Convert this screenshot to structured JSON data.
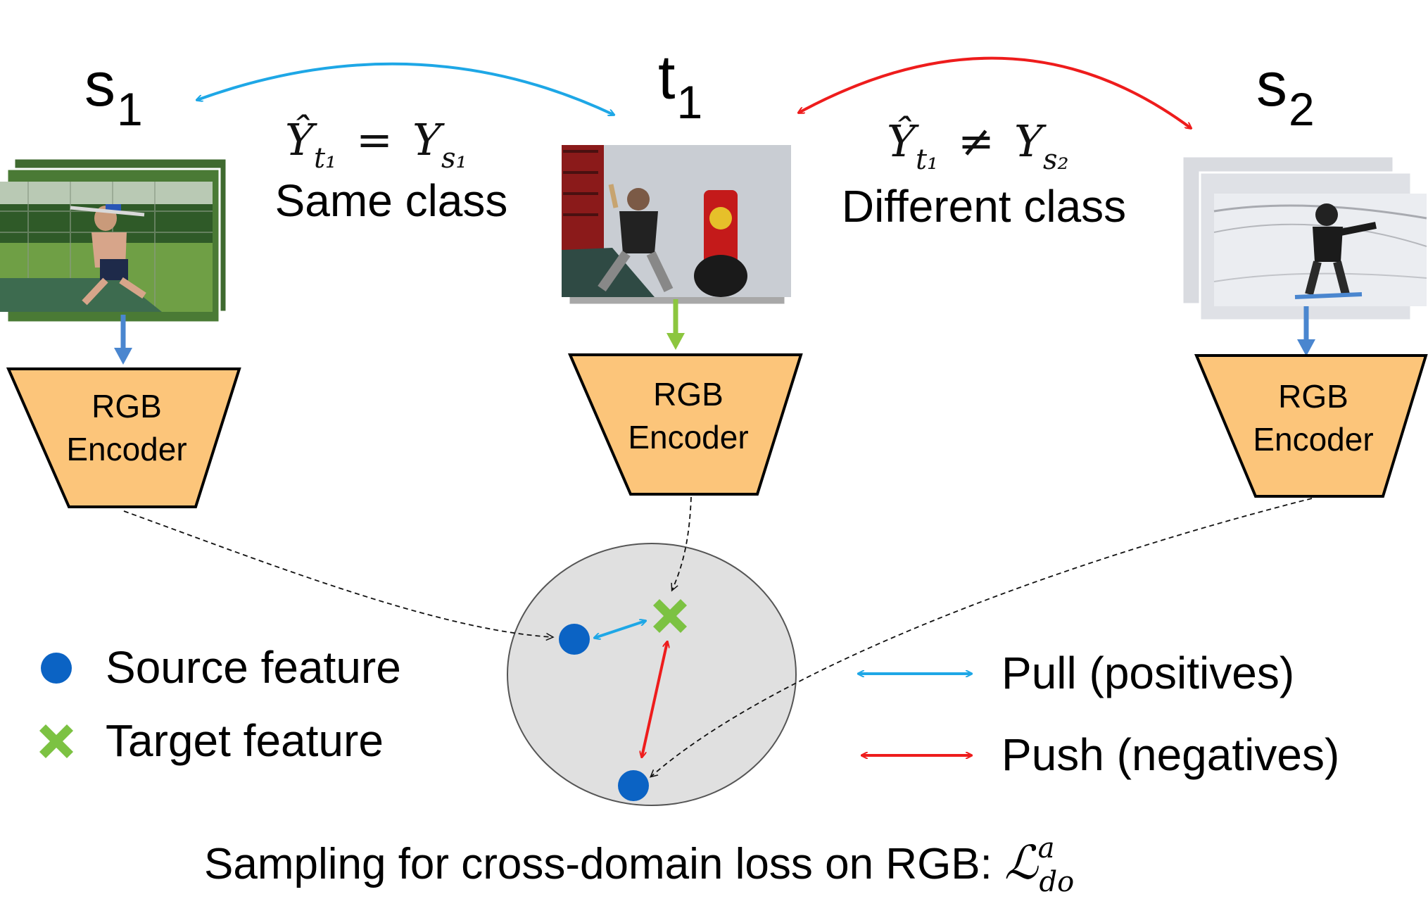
{
  "domains": {
    "s1": {
      "letter": "s",
      "sub": "1"
    },
    "t1": {
      "letter": "t",
      "sub": "1"
    },
    "s2": {
      "letter": "s",
      "sub": "2"
    }
  },
  "relations": {
    "same": {
      "eq_lhs": "Ŷ",
      "eq_lhs_sub": "t₁",
      "eq_op": "=",
      "eq_rhs": "Y",
      "eq_rhs_sub": "s₁",
      "label": "Same class"
    },
    "different": {
      "eq_lhs": "Ŷ",
      "eq_lhs_sub": "t₁",
      "eq_op": "≠",
      "eq_rhs": "Y",
      "eq_rhs_sub": "s₂",
      "label": "Different class"
    }
  },
  "encoder": {
    "line1": "RGB",
    "line2": "Encoder"
  },
  "legend": {
    "source": "Source feature",
    "target": "Target feature",
    "pull": "Pull (positives)",
    "push": "Push (negatives)"
  },
  "caption": {
    "text": "Sampling for cross-domain loss on RGB: ",
    "symbol": "ℒ",
    "sup": "a",
    "sub": "do"
  },
  "colors": {
    "pull": "#1ea7e6",
    "push": "#ee1c1c",
    "source_dot": "#0b63c4",
    "target_cross": "#7cc242",
    "encoder_fill": "#fcc57a",
    "source_arrow": "#4a86cf",
    "target_arrow": "#8cc63f",
    "feature_space": "#e0e0e0"
  }
}
